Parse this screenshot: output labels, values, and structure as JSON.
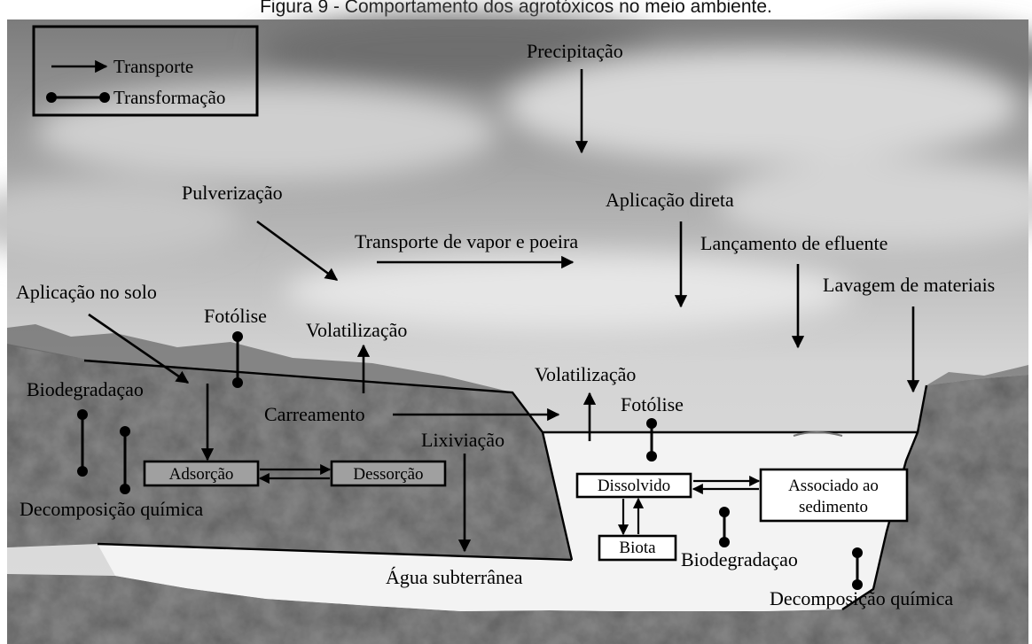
{
  "title": "Figura 9 - Comportamento dos agrotóxicos no meio ambiente.",
  "legend": {
    "transport": "Transporte",
    "transformation": "Transformação"
  },
  "labels": {
    "precipitation": "Precipitação",
    "spraying": "Pulverização",
    "vapor_dust_transport": "Transporte de vapor e poeira",
    "direct_application": "Aplicação direta",
    "effluent_discharge": "Lançamento de efluente",
    "material_washing": "Lavagem de materiais",
    "soil_application": "Aplicação no solo",
    "photolysis_soil": "Fotólise",
    "volatilization_soil": "Volatilização",
    "biodegradation_soil": "Biodegradaçao",
    "runoff": "Carreamento",
    "volatilization_water": "Volatilização",
    "photolysis_water": "Fotólise",
    "leaching": "Lixiviação",
    "chemical_decomposition_soil": "Decomposição química",
    "biodegradation_water": "Biodegradaçao",
    "chemical_decomposition_water": "Decomposição química",
    "groundwater": "Água subterrânea"
  },
  "boxes": {
    "adsorption": "Adsorção",
    "desorption": "Dessorção",
    "dissolved": "Dissolvido",
    "sediment_line1": "Associado ao",
    "sediment_line2": "sedimento",
    "biota": "Biota"
  },
  "colors": {
    "ink": "#000000",
    "soil": "#8a8a8a",
    "water": "#f3f3f3",
    "box_fill": "#ffffff"
  }
}
